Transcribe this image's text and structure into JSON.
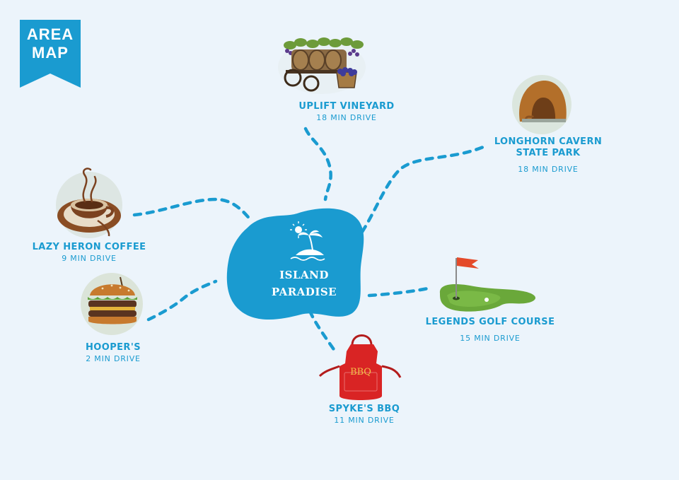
{
  "badge": {
    "text": "AREA\nMAP",
    "color": "#1a9bd0"
  },
  "center": {
    "line1": "ISLAND",
    "line2": "PARADISE",
    "color": "#1a9bd0"
  },
  "accent_color": "#1a9bd0",
  "places": {
    "vineyard": {
      "name": "UPLIFT VINEYARD",
      "drive": "18 MIN DRIVE",
      "icon": "wine-barrel-cart-icon"
    },
    "cavern": {
      "name_line1": "LONGHORN CAVERN",
      "name_line2": "STATE PARK",
      "drive": "18 MIN DRIVE",
      "icon": "cave-icon"
    },
    "coffee": {
      "name": "LAZY HERON COFFEE",
      "drive": "9 MIN DRIVE",
      "icon": "coffee-cup-icon"
    },
    "hoopers": {
      "name": "HOOPER'S",
      "drive": "2 MIN DRIVE",
      "icon": "burger-icon"
    },
    "golf": {
      "name": "LEGENDS GOLF COURSE",
      "drive": "15 MIN DRIVE",
      "icon": "golf-green-icon"
    },
    "bbq": {
      "name": "SPYKE'S BBQ",
      "drive": "11 MIN DRIVE",
      "icon": "bbq-apron-icon",
      "apron_text": "BBQ"
    }
  }
}
